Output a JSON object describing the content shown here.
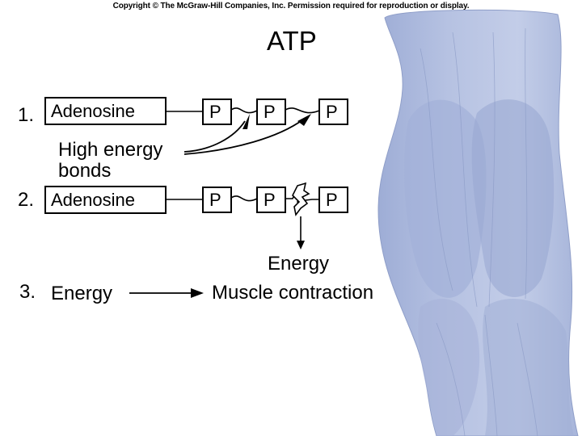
{
  "copyright": "Copyright © The McGraw-Hill Companies, Inc. Permission required for reproduction or display.",
  "title": "ATP",
  "row1": {
    "number": "1.",
    "adenosine": "Adenosine",
    "phosphates": [
      "P",
      "P",
      "P"
    ],
    "callout_line1": "High energy",
    "callout_line2": "bonds"
  },
  "row2": {
    "number": "2.",
    "adenosine": "Adenosine",
    "phosphates": [
      "P",
      "P",
      "P"
    ],
    "energy_label": "Energy"
  },
  "row3": {
    "number": "3.",
    "energy": "Energy",
    "result": "Muscle contraction"
  },
  "colors": {
    "muscle_fill": "#aebbdc",
    "muscle_shade": "#9aa9d0",
    "muscle_line": "#8b9bc6",
    "ink": "#000000"
  }
}
